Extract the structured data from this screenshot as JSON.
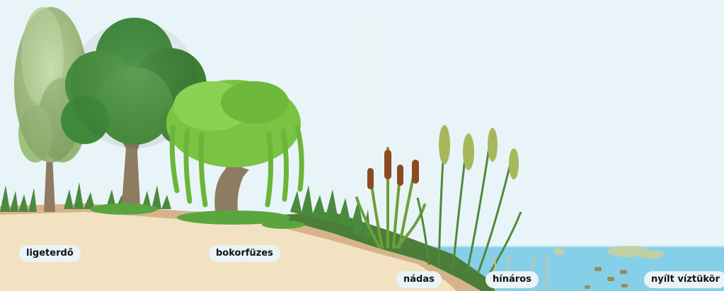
{
  "zones": [
    {
      "id": "ligeterdo",
      "label": "ligeterdő"
    },
    {
      "id": "bokorfuzes",
      "label": "bokorfüzes"
    },
    {
      "id": "nadas",
      "label": "nádas"
    },
    {
      "id": "hinaros",
      "label": "hínáros"
    },
    {
      "id": "nyilt-viztukor",
      "label": "nyílt víztükör"
    }
  ],
  "colors": {
    "sky": "#e9f4f8",
    "water": "#86cfe8",
    "sand": "#f2e2c2",
    "soil": "#d7b38b",
    "grass": "#3f7d32",
    "poplar": "#a9c886",
    "oak": "#3e8a3a",
    "willow": "#79c442",
    "trunk": "#8d7b62",
    "cattail": "#8b4a22",
    "reed": "#4f8a3a"
  }
}
